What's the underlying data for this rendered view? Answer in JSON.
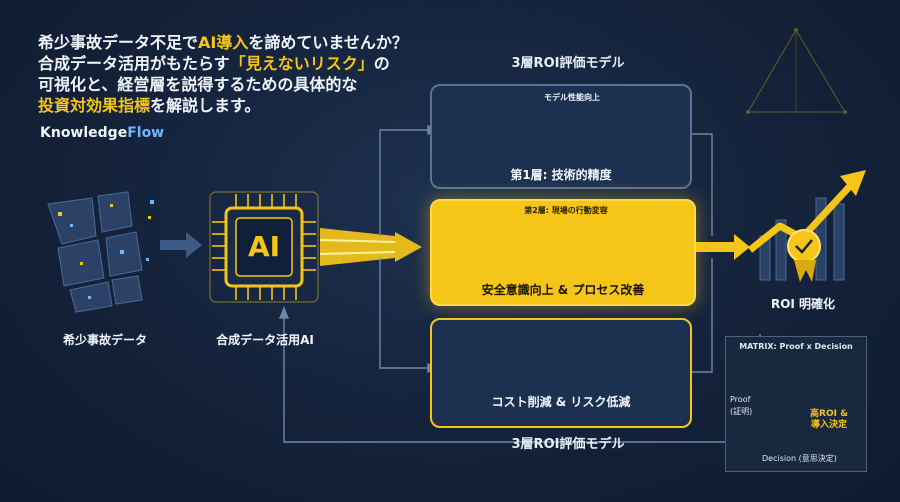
{
  "headline": {
    "line1_part1": "希少事故データ不足で",
    "line1_highlight": "AI導入",
    "line1_part2": "を諦めていませんか？",
    "line2_part1": "合成データ活用がもたらす",
    "line2_highlight": "「見えないリスク」",
    "line2_part2": "の",
    "line3": "可視化と、経営層を説得するための具体的な",
    "line4_highlight": "投資対効果指標",
    "line4_part2": "を解説します。"
  },
  "brand": {
    "name_part1": "Knowledge",
    "name_part2": "Flow"
  },
  "model_title_top": "3層ROI評価モデル",
  "model_title_bottom": "3層ROI評価モデル",
  "nodes": {
    "source": "希少事故データ",
    "ai_chip_text": "AI",
    "ai": "合成データ活用AI",
    "roi": "ROI 明確化"
  },
  "layer1": {
    "subtitle": "モデル性能向上",
    "caption": "第1層: 技術的精度"
  },
  "layer2": {
    "subtitle": "第2層: 現場の行動変容",
    "caption": "安全意識向上 & プロセス改善"
  },
  "layer3": {
    "caption": "コスト削減 & リスク低減"
  },
  "matrix": {
    "title": "MATRIX: Proof x Decision",
    "y_label1": "Proof",
    "y_label2": "(証明)",
    "x_label": "Decision (意思決定)",
    "highlight": "高ROI &\n導入決定"
  },
  "colors": {
    "accent": "#f5c518",
    "background": "#15233a",
    "panel": "#1c3150",
    "link": "#6fb6ff"
  }
}
